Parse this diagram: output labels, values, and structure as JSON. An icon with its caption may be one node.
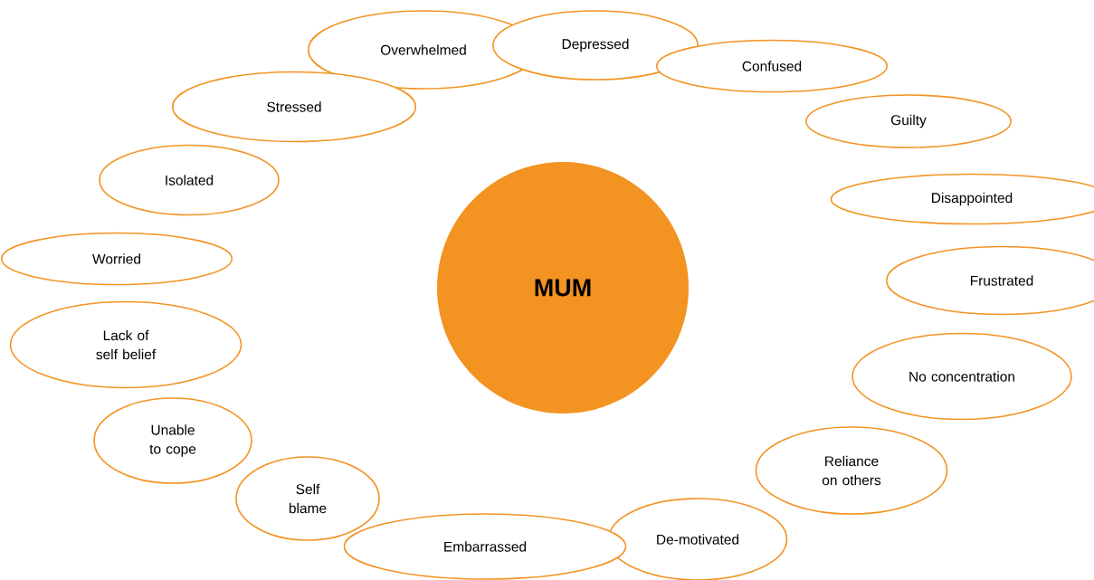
{
  "diagram": {
    "nodes": [
      {
        "text": [
          "MUM"
        ]
      },
      {
        "text": [
          "Overwhelmed"
        ]
      },
      {
        "text": [
          "Depressed"
        ]
      },
      {
        "text": [
          "Confused"
        ]
      },
      {
        "text": [
          "Guilty"
        ]
      },
      {
        "text": [
          "Disappointed"
        ]
      },
      {
        "text": [
          "Frustrated"
        ]
      },
      {
        "text": [
          "No concentration"
        ]
      },
      {
        "text": [
          "Reliance on others"
        ]
      },
      {
        "text": [
          "De-motivated"
        ]
      },
      {
        "text": [
          "Embarrassed"
        ]
      },
      {
        "text": [
          "Self blame"
        ]
      },
      {
        "text": [
          "Unable to cope"
        ]
      },
      {
        "text": [
          "Lack of self belief"
        ]
      },
      {
        "text": [
          "Worried"
        ]
      },
      {
        "text": [
          "Isolated"
        ]
      },
      {
        "text": [
          "Stressed"
        ]
      }
    ]
  }
}
